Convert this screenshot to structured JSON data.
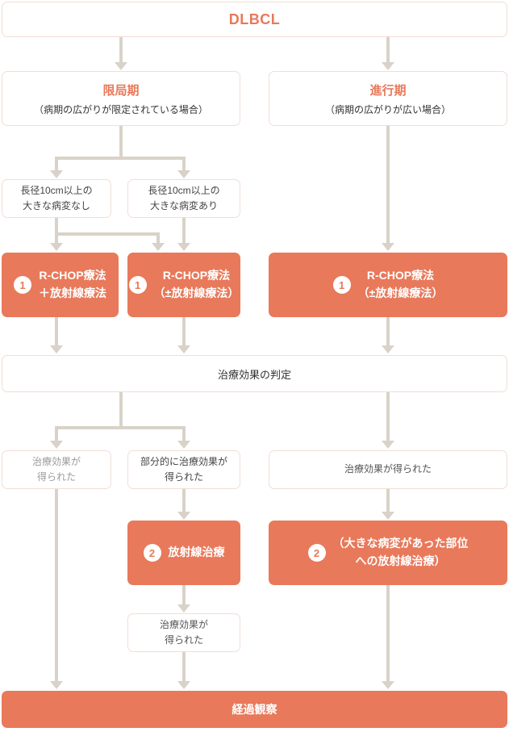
{
  "colors": {
    "accent": "#e8795a",
    "arrow": "#d9d2c9",
    "box_border": "#f3ddd5"
  },
  "nodes": {
    "root": {
      "title": "DLBCL"
    },
    "limited": {
      "title": "限局期",
      "subtitle": "（病期の広がりが限定されている場合）"
    },
    "advanced": {
      "title": "進行期",
      "subtitle": "（病期の広がりが広い場合）"
    },
    "no_bulky": {
      "line1": "長径10cm以上の",
      "line2": "大きな病変なし"
    },
    "bulky": {
      "line1": "長径10cm以上の",
      "line2": "大きな病変あり"
    },
    "rchop_rt": {
      "step": "1",
      "line1": "R-CHOP療法",
      "line2": "＋放射線療法"
    },
    "rchop_pm_rt_mid": {
      "step": "1",
      "line1": "R-CHOP療法",
      "line2": "（±放射線療法）"
    },
    "rchop_pm_rt_right": {
      "step": "1",
      "line1": "R-CHOP療法",
      "line2": "（±放射線療法）"
    },
    "evaluation": {
      "label": "治療効果の判定"
    },
    "response_left": {
      "line1": "治療効果が",
      "line2": "得られた"
    },
    "response_partial": {
      "line1": "部分的に治療効果が",
      "line2": "得られた"
    },
    "response_right": {
      "label": "治療効果が得られた"
    },
    "radiation_mid": {
      "step": "2",
      "label": "放射線治療"
    },
    "radiation_right": {
      "step": "2",
      "line1": "（大きな病変があった部位",
      "line2": "への放射線治療）"
    },
    "response_bottom": {
      "line1": "治療効果が",
      "line2": "得られた"
    },
    "followup": {
      "label": "経過観察"
    }
  }
}
